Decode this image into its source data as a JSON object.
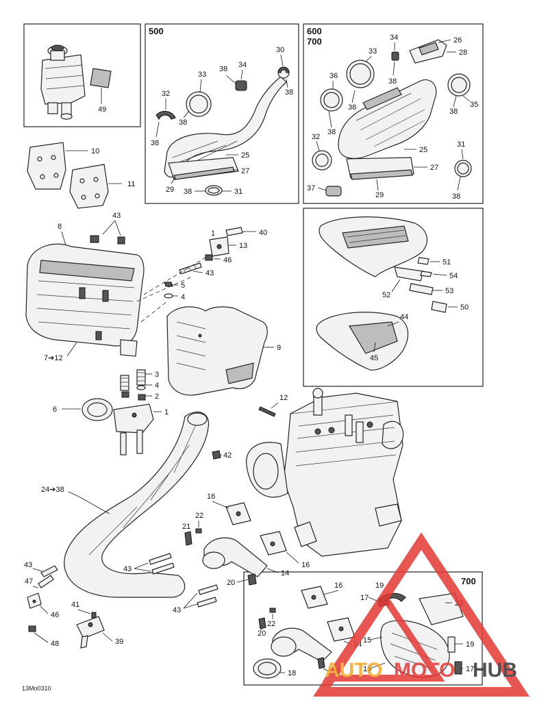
{
  "headers": {
    "box500": "500",
    "box600": "600",
    "box700": "700",
    "bottom700": "700"
  },
  "labels": {
    "p49": "49",
    "p10": "10",
    "p11": "11",
    "b500_30": "30",
    "b500_34": "34",
    "b500_38a": "38",
    "b500_38b": "38",
    "b500_33": "33",
    "b500_32": "32",
    "b500_38c": "38",
    "b500_38d": "38",
    "b500_25": "25",
    "b500_27": "27",
    "b500_29": "29",
    "b500_38e": "38",
    "b500_31": "31",
    "b600_34": "34",
    "b600_26": "26",
    "b600_28": "28",
    "b600_33": "33",
    "b600_36": "36",
    "b600_38a": "38",
    "b600_38b": "38",
    "b600_38c": "38",
    "b600_35": "35",
    "b600_38d": "38",
    "b600_32": "32",
    "b600_25": "25",
    "b600_31": "31",
    "b600_27": "27",
    "b600_37": "37",
    "b600_29": "29",
    "b600_38e": "38",
    "r51": "51",
    "r54": "54",
    "r52": "52",
    "r53": "53",
    "r50": "50",
    "r44": "44",
    "r45": "45",
    "m8": "8",
    "m43a": "43",
    "m40": "40",
    "m1a": "1",
    "m13": "13",
    "m46": "46",
    "m43b": "43",
    "m5": "5",
    "m4a": "4",
    "m9": "9",
    "m7_12": "7➔12",
    "m3": "3",
    "m4b": "4",
    "m2": "2",
    "m6": "6",
    "m1b": "1",
    "m12": "12",
    "m42": "42",
    "l24_38": "24➔38",
    "l43a": "43",
    "l47": "47",
    "l46": "46",
    "l48": "48",
    "l41": "41",
    "l39": "39",
    "l43b": "43",
    "l43c": "43",
    "l21": "21",
    "l22": "22",
    "l16a": "16",
    "l16b": "16",
    "l14": "14",
    "l20": "20",
    "b700_16": "16",
    "b700_19a": "19",
    "b700_17a": "17",
    "b700_23": "23",
    "b700_22": "22",
    "b700_20a": "20",
    "b700_14": "14",
    "b700_15a": "15",
    "b700_19b": "19",
    "b700_18": "18",
    "b700_20b": "20",
    "b700_15b": "15",
    "b700_17b": "17"
  },
  "drawing_code": "13Mo0310",
  "watermark": {
    "text_left": "AUTO",
    "text_mid": "MOTO",
    "text_right": "HUB",
    "color_red": "#e53935",
    "color_orange": "#f5a623",
    "color_dark": "#333333"
  }
}
